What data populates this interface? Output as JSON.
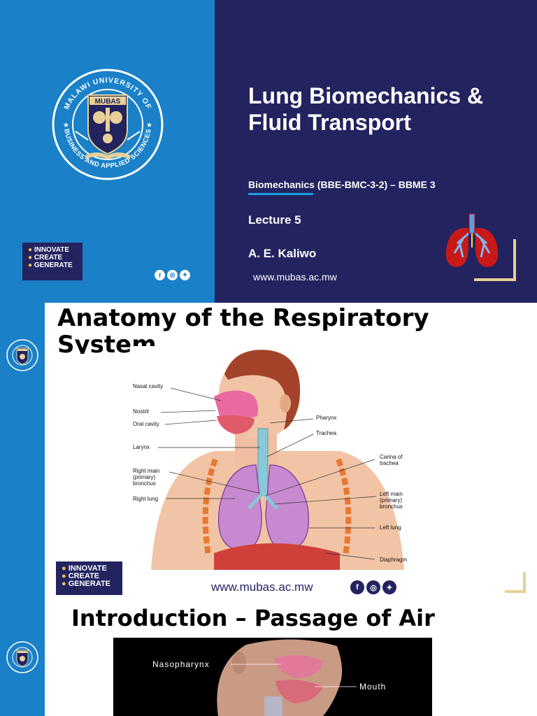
{
  "slide1": {
    "logo": {
      "ring_text": "MALAWI UNIVERSITY OF BUSINESS AND APPLIED SCIENCES",
      "shield_text": "MUBAS"
    },
    "badge": [
      "INNOVATE",
      "CREATE",
      "GENERATE"
    ],
    "title": "Lung Biomechanics & Fluid Transport",
    "course": "Biomechanics (BBE-BMC-3-2) – BBME 3",
    "lecture": "Lecture 5",
    "author": "A. E. Kaliwo",
    "website": "www.mubas.ac.mw",
    "social_icons": [
      "facebook-icon",
      "instagram-icon",
      "twitter-icon"
    ],
    "colors": {
      "left_bg": "#1a80c8",
      "right_bg": "#232360",
      "accent_line": "#1a9fe0",
      "corner": "#e8cf96"
    }
  },
  "slide2": {
    "title": "Anatomy  of the Respiratory System",
    "labels": {
      "nasal_cavity": "Nasal cavity",
      "nostril": "Nostril",
      "oral_cavity": "Oral cavity",
      "larynx": "Larynx",
      "right_main_bronchus_1": "Right main",
      "right_main_bronchus_2": "(primary)",
      "right_main_bronchus_3": "bronchus",
      "right_lung": "Right lung",
      "pharynx": "Pharynx",
      "trachea": "Trachea",
      "carina_1": "Carina of",
      "carina_2": "trachea",
      "left_main_bronchus_1": "Left main",
      "left_main_bronchus_2": "(primary)",
      "left_main_bronchus_3": "bronchus",
      "left_lung": "Left lung",
      "diaphragm": "Diaphragm"
    },
    "badge": [
      "INNOVATE",
      "CREATE",
      "GENERATE"
    ],
    "website": "www.mubas.ac.mw"
  },
  "slide3": {
    "title": "Introduction – Passage of Air",
    "labels": {
      "nasopharynx": "Nasopharynx",
      "mouth": "Mouth"
    }
  }
}
